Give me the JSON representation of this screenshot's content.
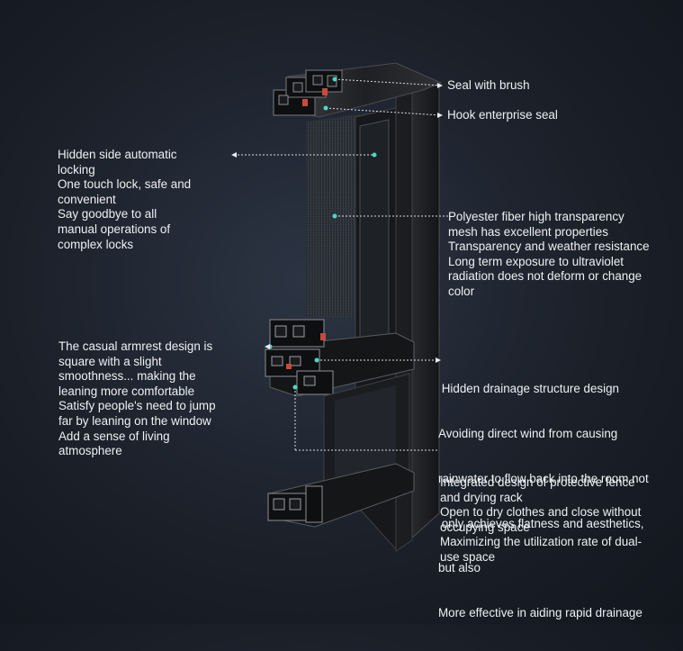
{
  "labels": {
    "seal_brush": "Seal with brush",
    "hook_seal": "Hook enterprise seal",
    "lock_lines": [
      "Hidden side automatic",
      "locking",
      "One touch lock, safe and",
      " convenient",
      "Say goodbye to all",
      "manual operations of",
      "complex locks"
    ],
    "mesh_lines": [
      "Polyester fiber high transparency",
      "mesh has excellent properties",
      "Transparency and weather resistance",
      "Long term exposure to ultraviolet",
      "radiation does not deform or change",
      "color"
    ],
    "armrest_lines": [
      "The casual armrest design is",
      "square with a slight",
      "smoothness... making the",
      "leaning more comfortable",
      "Satisfy people's need to jump",
      "far by leaning on the window",
      "Add a sense of living",
      "atmosphere"
    ],
    "drainage_lines": [
      " Hidden drainage structure design",
      "Avoiding direct wind from causing",
      "rainwater to flow back into the room not",
      " only achieves flatness and aesthetics,",
      "but also",
      "More effective in aiding rapid drainage"
    ],
    "rack_lines": [
      "Integrated design of protective fence",
      "and drying rack",
      "Open to dry clothes and close without",
      "occupying space",
      "Maximizing the utilization rate of dual-",
      "use space"
    ]
  },
  "colors": {
    "background": "#1b2029",
    "frame": "#2a2b2e",
    "frame_edge": "#4a4c50",
    "callout_dot": "#4fd6c4",
    "text": "#eef0f3"
  }
}
